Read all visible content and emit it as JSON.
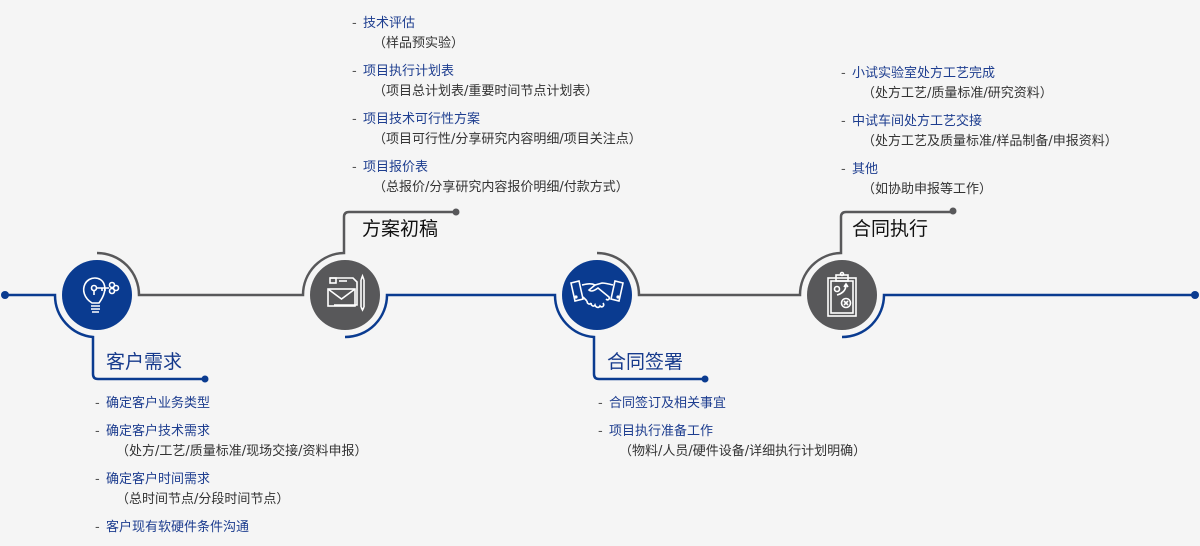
{
  "colors": {
    "blue": "#0a3b90",
    "gray": "#58585a",
    "background": "#f5f5f5"
  },
  "stages": [
    {
      "title": "客户需求",
      "icon": "lightbulb-key-icon",
      "items": [
        {
          "title": "确定客户业务类型"
        },
        {
          "title": "确定客户技术需求",
          "sub": "（处方/工艺/质量标准/现场交接/资料申报）"
        },
        {
          "title": "确定客户时间需求",
          "sub": "（总时间节点/分段时间节点）"
        },
        {
          "title": "客户现有软硬件条件沟通"
        }
      ]
    },
    {
      "title": "方案初稿",
      "icon": "documents-envelope-icon",
      "items": [
        {
          "title": "技术评估",
          "sub": "（样品预实验）"
        },
        {
          "title": "项目执行计划表",
          "sub": "（项目总计划表/重要时间节点计划表）"
        },
        {
          "title": "项目技术可行性方案",
          "sub": "（项目可行性/分享研究内容明细/项目关注点）"
        },
        {
          "title": "项目报价表",
          "sub": "（总报价/分享研究内容报价明细/付款方式）"
        }
      ]
    },
    {
      "title": "合同签署",
      "icon": "handshake-icon",
      "items": [
        {
          "title": "合同签订及相关事宜"
        },
        {
          "title": "项目执行准备工作",
          "sub": "（物料/人员/硬件设备/详细执行计划明确）"
        }
      ]
    },
    {
      "title": "合同执行",
      "icon": "clipboard-plan-icon",
      "items": [
        {
          "title": "小试实验室处方工艺完成",
          "sub": "（处方工艺/质量标准/研究资料）"
        },
        {
          "title": "中试车间处方工艺交接",
          "sub": "（处方工艺及质量标准/样品制备/申报资料）"
        },
        {
          "title": "其他",
          "sub": "（如协助申报等工作）"
        }
      ]
    }
  ],
  "dash": "-"
}
